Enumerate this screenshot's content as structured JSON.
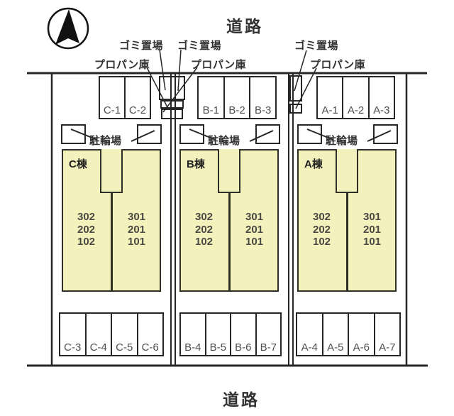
{
  "roads": {
    "top": "道路",
    "bottom": "道路"
  },
  "annotations": {
    "gomi_left_1": "ゴミ置場",
    "gomi_left_2": "ゴミ置場",
    "propan_left_1": "プロパン庫",
    "propan_left_2": "プロパン庫",
    "gomi_right": "ゴミ置場",
    "propan_right": "プロパン庫"
  },
  "icons": {
    "compass": "north-arrow-compass"
  },
  "colors": {
    "building_fill": "#f3f1bc",
    "line": "#262626",
    "text": "#333333",
    "unit_text": "#4a4a44"
  },
  "sections": [
    {
      "name": "C",
      "building_label": "C棟",
      "bicycle_label": "駐輪場",
      "top_spaces": [
        "C-1",
        "C-2"
      ],
      "bottom_spaces": [
        "C-3",
        "C-4",
        "C-5",
        "C-6"
      ],
      "left_units": [
        "302",
        "202",
        "102"
      ],
      "right_units": [
        "301",
        "201",
        "101"
      ]
    },
    {
      "name": "B",
      "building_label": "B棟",
      "bicycle_label": "駐輪場",
      "top_spaces": [
        "B-1",
        "B-2",
        "B-3"
      ],
      "bottom_spaces": [
        "B-4",
        "B-5",
        "B-6",
        "B-7"
      ],
      "left_units": [
        "302",
        "202",
        "102"
      ],
      "right_units": [
        "301",
        "201",
        "101"
      ]
    },
    {
      "name": "A",
      "building_label": "A棟",
      "bicycle_label": "駐輪場",
      "top_spaces": [
        "A-1",
        "A-2",
        "A-3"
      ],
      "bottom_spaces": [
        "A-4",
        "A-5",
        "A-6",
        "A-7"
      ],
      "left_units": [
        "302",
        "202",
        "102"
      ],
      "right_units": [
        "301",
        "201",
        "101"
      ]
    }
  ]
}
